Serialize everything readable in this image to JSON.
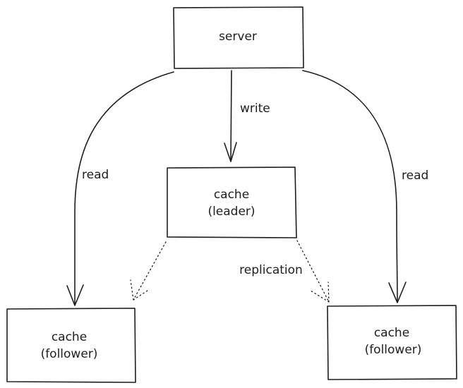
{
  "nodes": {
    "server": {
      "label": "server"
    },
    "leader": {
      "line1": "cache",
      "line2": "(leader)"
    },
    "follower_left": {
      "line1": "cache",
      "line2": "(follower)"
    },
    "follower_right": {
      "line1": "cache",
      "line2": "(follower)"
    }
  },
  "edges": {
    "write": "write",
    "read_left": "read",
    "read_right": "read",
    "replication": "replication"
  }
}
